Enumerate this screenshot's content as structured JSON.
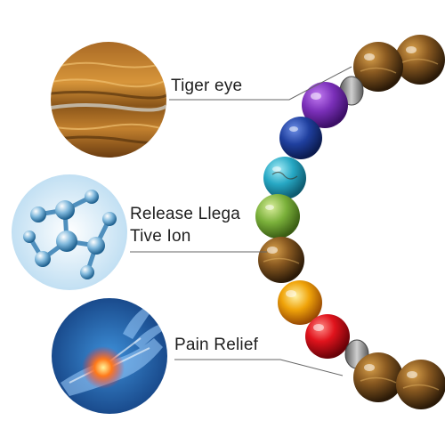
{
  "features": [
    {
      "label": "Tiger eye",
      "image": "tiger-eye-stone-closeup"
    },
    {
      "label_line1": "Release Llega",
      "label_line2": "Tive Ion",
      "image": "molecule-structure"
    },
    {
      "label": "Pain Relief",
      "image": "wrist-pain-xray"
    }
  ],
  "bead_colors": {
    "tiger": "#6b4a1d",
    "violet": "#7a2fb8",
    "blue": "#1f3f9e",
    "turquoise": "#27a8c4",
    "jasper": "#7ab03a",
    "amber": "#f0a40a",
    "red": "#e0131c",
    "spacer": "#8b8b8b"
  }
}
